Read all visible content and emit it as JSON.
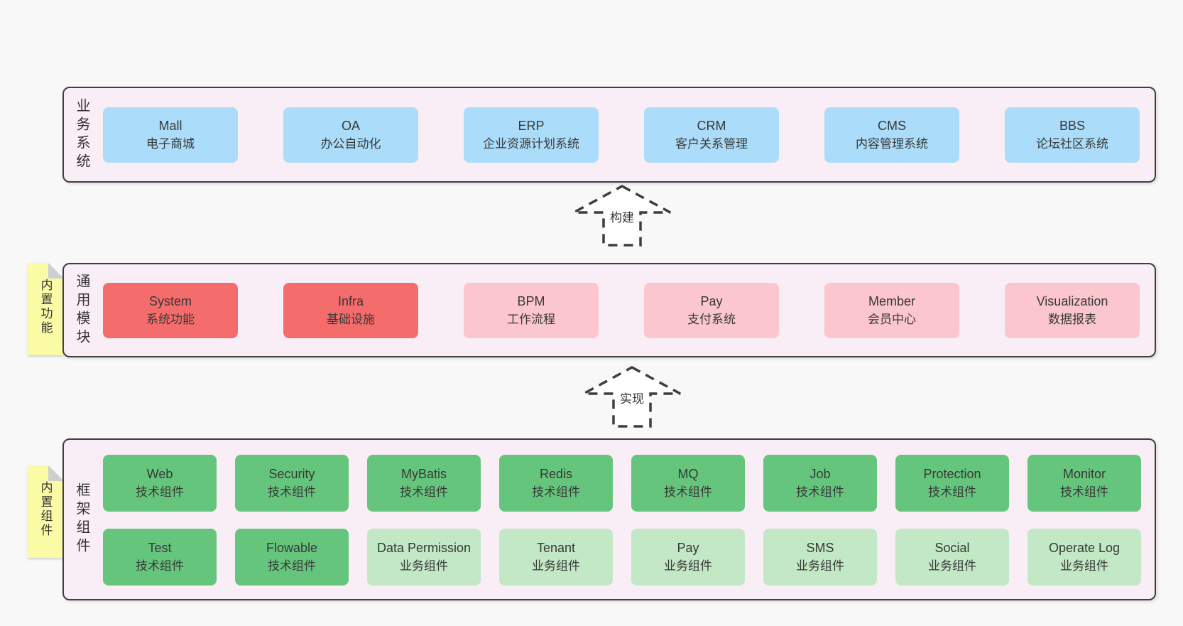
{
  "colors": {
    "page-bg": "#f8f8f8",
    "band-bg": "#f9edf6",
    "band-border": "#3f3f3f",
    "box-blue": "#abdcf9",
    "box-red": "#f56c6c",
    "box-pink": "#fbc6cd",
    "box-green": "#65c57c",
    "box-lightgreen": "#c2e8c5",
    "note-yellow": "#fbfba6",
    "note-fold": "#cfcfcf",
    "text": "#3a3a3a",
    "dash": "#3d3d3d"
  },
  "arrows": {
    "build": "构建",
    "implement": "实现"
  },
  "layers": {
    "business": {
      "label": "业务系统",
      "boxes": [
        {
          "name": "Mall",
          "desc": "电子商城"
        },
        {
          "name": "OA",
          "desc": "办公自动化"
        },
        {
          "name": "ERP",
          "desc": "企业资源计划系统"
        },
        {
          "name": "CRM",
          "desc": "客户关系管理"
        },
        {
          "name": "CMS",
          "desc": "内容管理系统"
        },
        {
          "name": "BBS",
          "desc": "论坛社区系统"
        }
      ]
    },
    "modules": {
      "label": "通用模块",
      "note": "内置功能",
      "boxes": [
        {
          "name": "System",
          "desc": "系统功能"
        },
        {
          "name": "Infra",
          "desc": "基础设施"
        },
        {
          "name": "BPM",
          "desc": "工作流程"
        },
        {
          "name": "Pay",
          "desc": "支付系统"
        },
        {
          "name": "Member",
          "desc": "会员中心"
        },
        {
          "name": "Visualization",
          "desc": "数据报表"
        }
      ]
    },
    "components": {
      "label": "框架组件",
      "note": "内置组件",
      "row1": [
        {
          "name": "Web",
          "desc": "技术组件"
        },
        {
          "name": "Security",
          "desc": "技术组件"
        },
        {
          "name": "MyBatis",
          "desc": "技术组件"
        },
        {
          "name": "Redis",
          "desc": "技术组件"
        },
        {
          "name": "MQ",
          "desc": "技术组件"
        },
        {
          "name": "Job",
          "desc": "技术组件"
        },
        {
          "name": "Protection",
          "desc": "技术组件"
        },
        {
          "name": "Monitor",
          "desc": "技术组件"
        }
      ],
      "row2": [
        {
          "name": "Test",
          "desc": "技术组件"
        },
        {
          "name": "Flowable",
          "desc": "技术组件"
        },
        {
          "name": "Data Permission",
          "desc": "业务组件"
        },
        {
          "name": "Tenant",
          "desc": "业务组件"
        },
        {
          "name": "Pay",
          "desc": "业务组件"
        },
        {
          "name": "SMS",
          "desc": "业务组件"
        },
        {
          "name": "Social",
          "desc": "业务组件"
        },
        {
          "name": "Operate Log",
          "desc": "业务组件"
        }
      ]
    }
  }
}
